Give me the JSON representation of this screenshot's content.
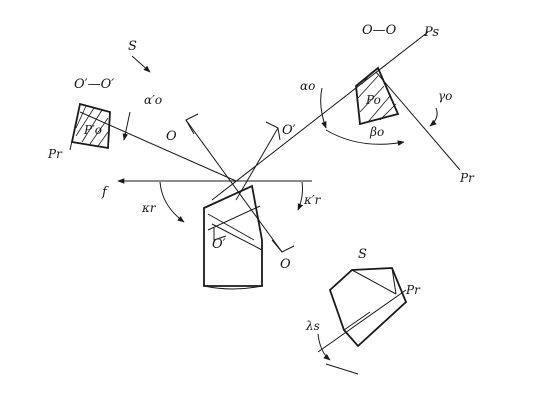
{
  "labels": {
    "S_top": "S",
    "OO_top": "O—O",
    "Ps_top": "Ps",
    "OpOp": "O′—O′",
    "alpha_o_prime": "α′o",
    "Po_prime": "P′o",
    "Pr_left": "Pr",
    "O_center": "O",
    "O_prime_center": "O′",
    "alpha_o": "αo",
    "Po_right": "Po",
    "gamma_o": "γo",
    "beta_o": "βo",
    "Pr_right": "Pr",
    "f": "f",
    "kappa_r": "κr",
    "kappa_r_prime": "κ′r",
    "O_prime_tool": "O′",
    "O_bottom": "O",
    "S_bottom": "S",
    "Pr_bottom": "Pr",
    "lambda_s": "λs"
  }
}
